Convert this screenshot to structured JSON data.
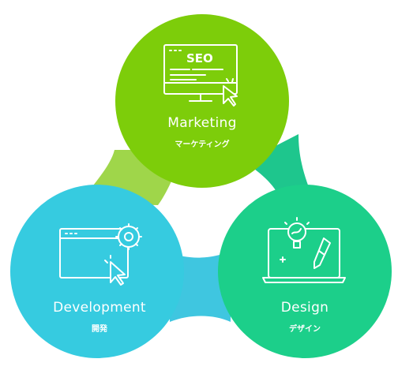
{
  "colors": {
    "marketing": "#7dcd0a",
    "design": "#1ccf8a",
    "development": "#36cbe0",
    "link_marketing_development": "#9fd64a",
    "link_marketing_design": "#1ec68d",
    "link_development_design": "#3fc6e0"
  },
  "nodes": {
    "marketing": {
      "title": "Marketing",
      "subtitle": "マーケティング",
      "icon": "seo-monitor-cursor-icon",
      "icon_text": "SEO"
    },
    "development": {
      "title": "Development",
      "subtitle": "開発",
      "icon": "browser-gear-cursor-icon"
    },
    "design": {
      "title": "Design",
      "subtitle": "デザイン",
      "icon": "laptop-idea-pencil-icon"
    }
  }
}
